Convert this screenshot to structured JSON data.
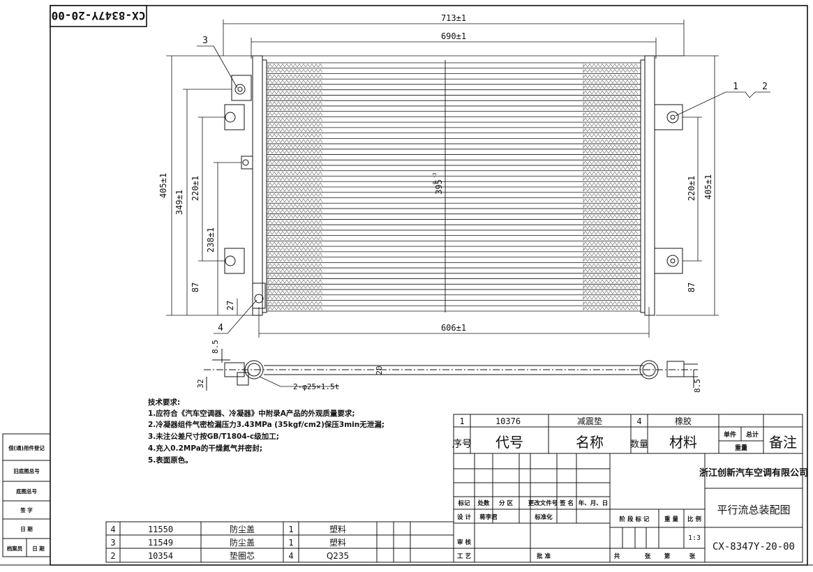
{
  "title_stamp": "CX-8347Y-20-00",
  "dimensions": {
    "overall_width": "713±1",
    "core_width": "690±1",
    "bottom_width": "606±1",
    "left_height": "405±1",
    "left_349": "349±1",
    "left_220": "220±1",
    "left_238": "238±1",
    "left_87": "87",
    "left_27": "27",
    "center_395": "395",
    "center_tol": "0 -3",
    "right_220": "220±1",
    "right_405": "405±1",
    "right_87": "87",
    "side_85_top": "8.5",
    "side_32": "32",
    "side_20": "20",
    "side_85_bottom": "8.5",
    "pipe": "2-φ25×1.5t"
  },
  "callouts": [
    "3",
    "1",
    "2",
    "4"
  ],
  "tech_requirements": {
    "heading": "技术要求:",
    "items": [
      "1.应符合《汽车空调器、冷凝器》中附录A产品的外观质量要求;",
      "2.冷凝器组件气密检漏压力3.43MPa (35kgf/cm2)保压3min无泄漏;",
      "3.未注公差尺寸按GB/T1804-c级加工;",
      "4.充入0.2MPa的干燥氮气并密封;",
      "5.表面原色。"
    ]
  },
  "bom_top": {
    "row": [
      "1",
      "10376",
      "减震垫",
      "4",
      "橡胶"
    ],
    "header": [
      "序号",
      "代号",
      "名称",
      "数量",
      "材料"
    ],
    "weight": [
      "单件",
      "总计",
      "重量"
    ],
    "remark": "备注"
  },
  "bom_bottom": [
    [
      "4",
      "11550",
      "防尘盖",
      "1",
      "塑料"
    ],
    [
      "3",
      "11549",
      "防尘盖",
      "1",
      "塑料"
    ],
    [
      "2",
      "10354",
      "垫圈芯",
      "4",
      "Q235"
    ]
  ],
  "title_block": {
    "company": "浙江创新汽车空调有限公司",
    "drawing_name": "平行流总装配图",
    "drawing_no": "CX-8347Y-20-00",
    "scale": "1:3",
    "rev_labels": [
      "标记",
      "处数",
      "分 区",
      "更改文件号",
      "签 名",
      "年、月、日"
    ],
    "sign_labels": [
      "设 计",
      "蒋李君",
      "标准化"
    ],
    "stage_labels": [
      "阶 段 标 记",
      "重 量",
      "比 例"
    ],
    "review": "审 核",
    "process": "工 艺",
    "approve": "批 准",
    "sheet": [
      "共",
      "张",
      "第",
      "张"
    ]
  },
  "side_stamp": [
    "借(通)用件登记",
    "旧底图总号",
    "底图总号",
    "签 字",
    "日 期",
    "档案员",
    "日 期"
  ]
}
